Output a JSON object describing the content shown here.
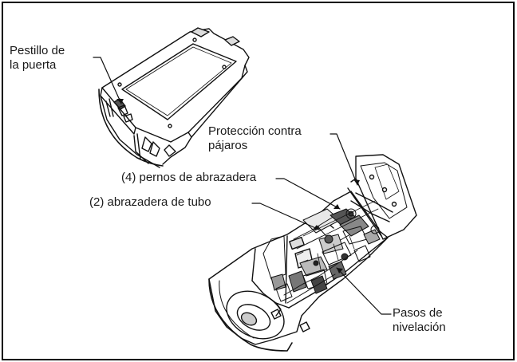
{
  "labels": {
    "door_latch_line1": "Pestillo de",
    "door_latch_line2": "la puerta",
    "bird_guard_line1": "Protección contra",
    "bird_guard_line2": "pájaros",
    "clamp_bolts": "(4) pernos de abrazadera",
    "tube_clamp": "(2) abrazadera de tubo",
    "leveling_line1": "Pasos de",
    "leveling_line2": "nivelación"
  }
}
